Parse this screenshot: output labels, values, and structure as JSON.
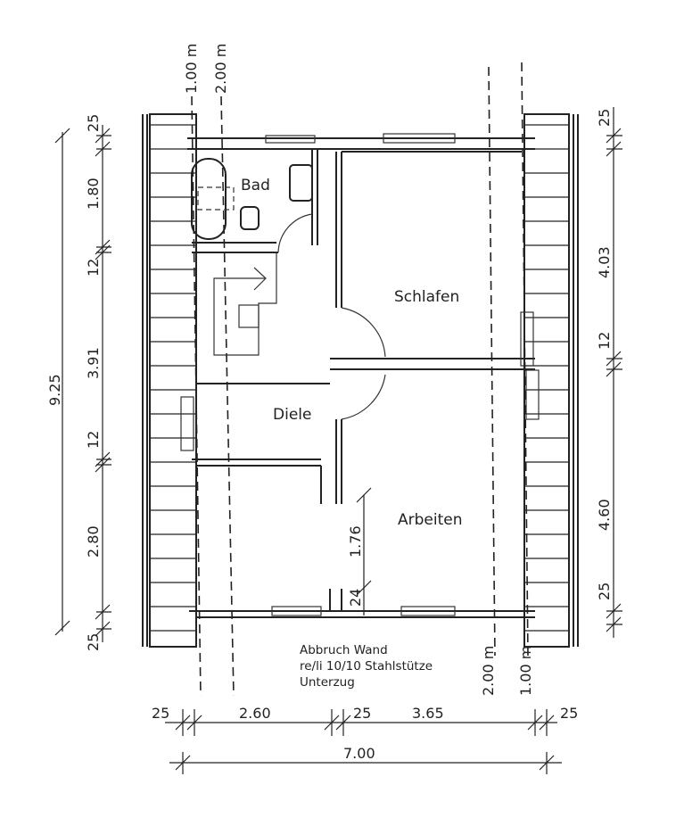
{
  "rooms": {
    "bad": "Bad",
    "schlafen": "Schlafen",
    "diele": "Diele",
    "arbeiten": "Arbeiten"
  },
  "note": {
    "line1": "Abbruch Wand",
    "line2": "re/li 10/10 Stahlstütze",
    "line3": "Unterzug"
  },
  "axis_marks": {
    "top_1": "1.00 m",
    "top_2": "2.00 m",
    "bottom_2": "2.00 m",
    "bottom_1": "1.00 m"
  },
  "dims_left": {
    "total": "9.25",
    "segments": [
      "25",
      "1.80",
      "12",
      "3.91",
      "12",
      "2.80",
      "25"
    ]
  },
  "dims_right": {
    "segments": [
      "25",
      "4.03",
      "12",
      "4.60",
      "25"
    ]
  },
  "dims_bottom": {
    "segments": [
      "25",
      "2.60",
      "25",
      "3.65",
      "25"
    ],
    "total": "7.00"
  },
  "dims_stair": {
    "a": "1.76",
    "b": "24"
  }
}
